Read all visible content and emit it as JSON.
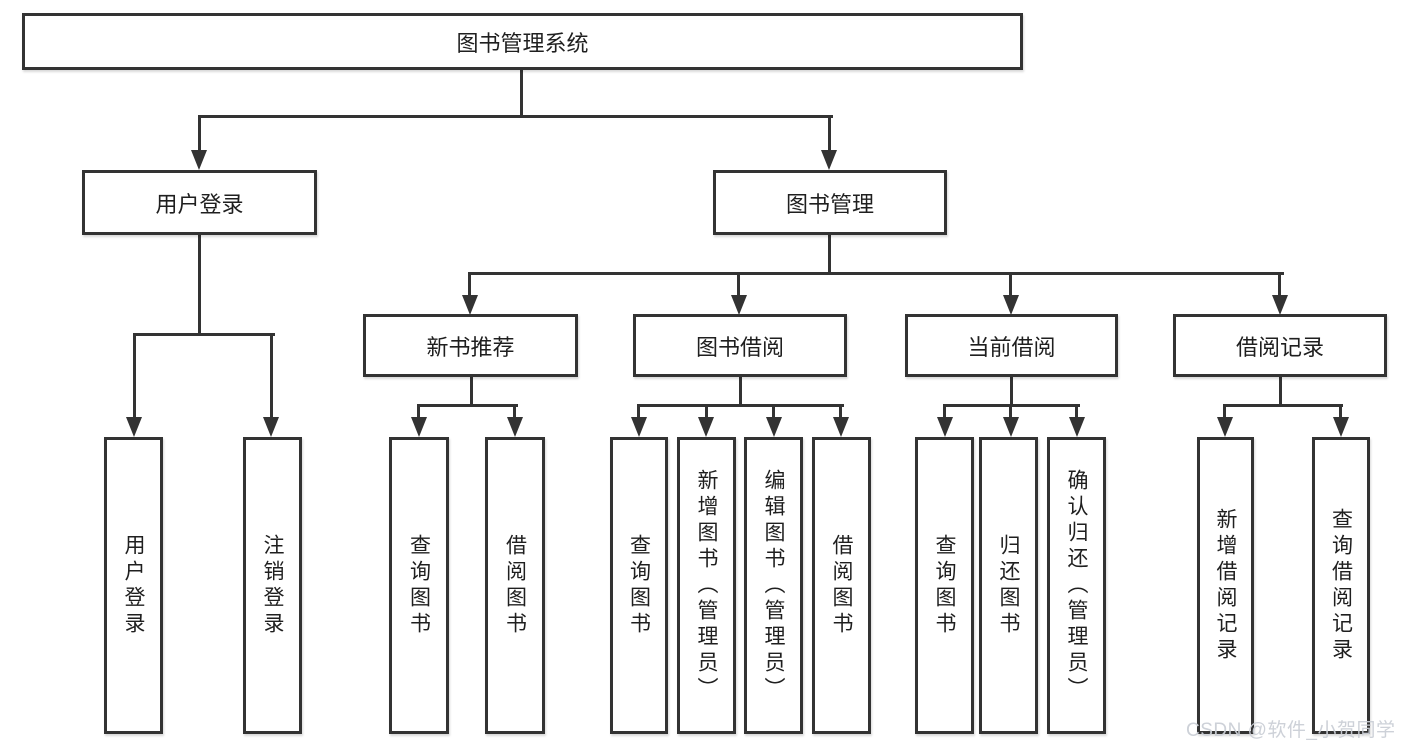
{
  "diagram_title": "图书管理系统",
  "tree": {
    "label": "图书管理系统",
    "children": [
      {
        "label": "用户登录",
        "children": [
          {
            "label": "用户登录"
          },
          {
            "label": "注销登录"
          }
        ]
      },
      {
        "label": "图书管理",
        "children": [
          {
            "label": "新书推荐",
            "children": [
              {
                "label": "查询图书"
              },
              {
                "label": "借阅图书"
              }
            ]
          },
          {
            "label": "图书借阅",
            "children": [
              {
                "label": "查询图书"
              },
              {
                "label": "新增图书（管理员）"
              },
              {
                "label": "编辑图书（管理员）"
              },
              {
                "label": "借阅图书"
              }
            ]
          },
          {
            "label": "当前借阅",
            "children": [
              {
                "label": "查询图书"
              },
              {
                "label": "归还图书"
              },
              {
                "label": "确认归还（管理员）"
              }
            ]
          },
          {
            "label": "借阅记录",
            "children": [
              {
                "label": "新增借阅记录"
              },
              {
                "label": "查询借阅记录"
              }
            ]
          }
        ]
      }
    ]
  },
  "watermark": "CSDN @软件_小贺同学",
  "colors": {
    "line": "#333333",
    "box_border": "#333333",
    "box_fill": "#ffffff",
    "text": "#1f1f1f",
    "watermark": "#cacfd6",
    "background": "#ffffff"
  }
}
